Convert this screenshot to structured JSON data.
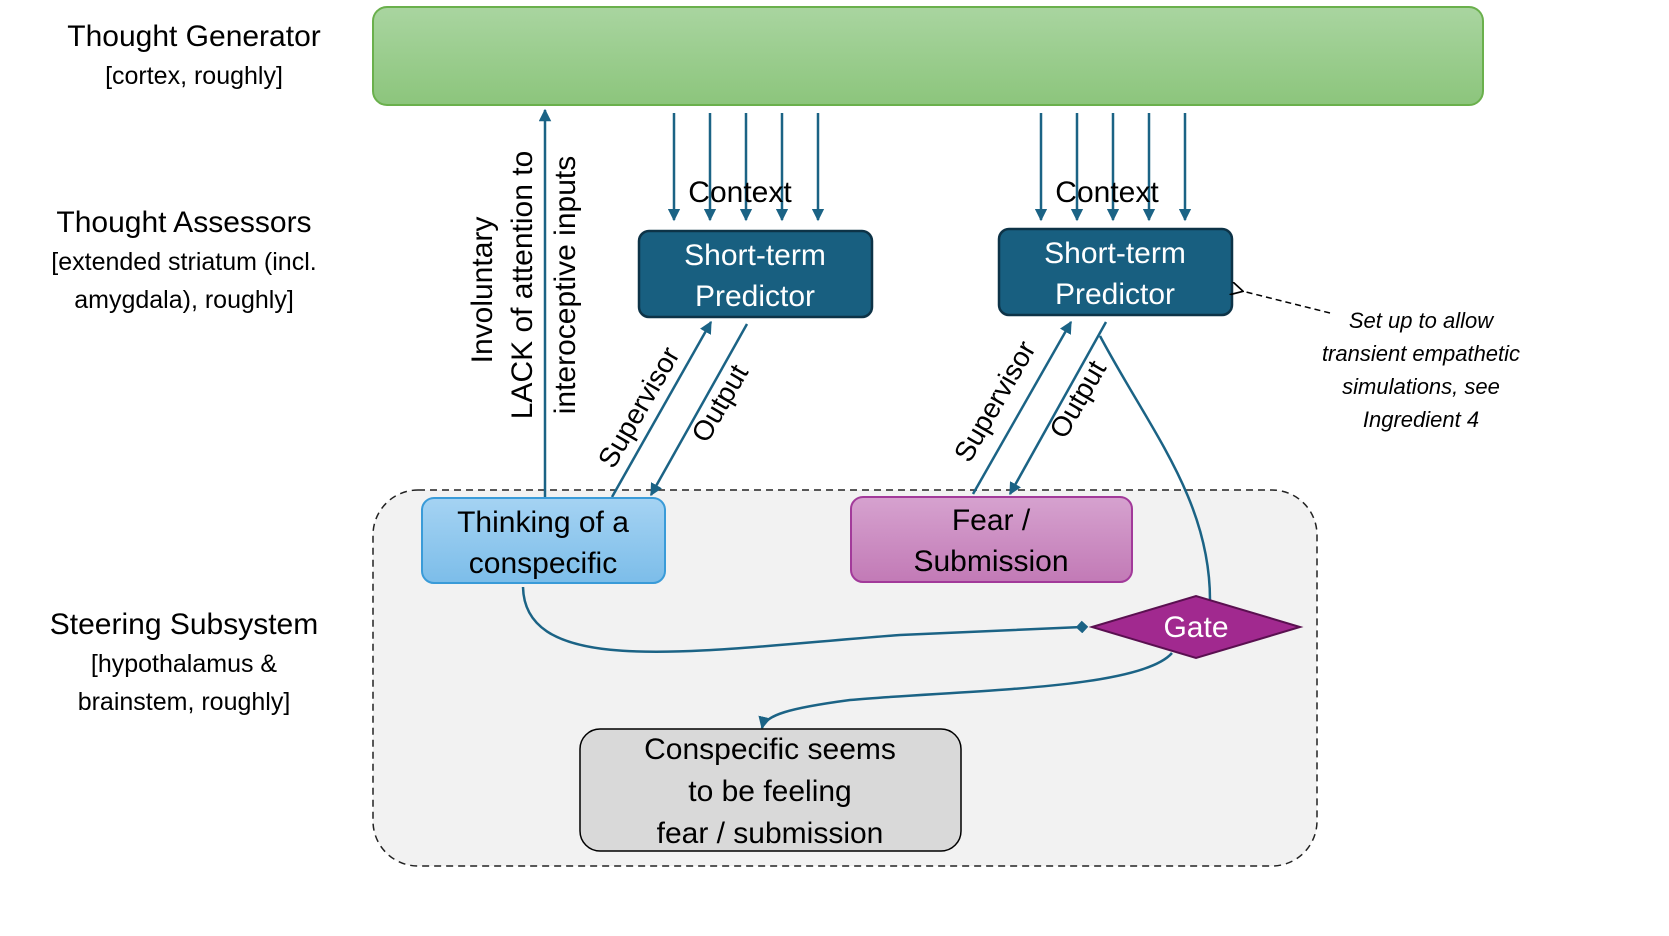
{
  "levels": [
    {
      "title": "Thought Generator",
      "subtitle_lines": [
        "[cortex, roughly]"
      ]
    },
    {
      "title": "Thought Assessors",
      "subtitle_lines": [
        "[extended striatum (incl.",
        "amygdala), roughly]"
      ]
    },
    {
      "title": "Steering Subsystem",
      "subtitle_lines": [
        "[hypothalamus &",
        "brainstem, roughly]"
      ]
    }
  ],
  "predictors": [
    {
      "lines": [
        "Short-term",
        "Predictor"
      ],
      "context_label": "Context",
      "supervisor_label": "Supervisor",
      "output_label": "Output"
    },
    {
      "lines": [
        "Short-term",
        "Predictor"
      ],
      "context_label": "Context",
      "supervisor_label": "Supervisor",
      "output_label": "Output"
    }
  ],
  "vertical_label_lines": [
    "Involuntary",
    "LACK of attention to",
    "interoceptive inputs"
  ],
  "nodes": {
    "thinking": [
      "Thinking of a",
      "conspecific"
    ],
    "fear": [
      "Fear /",
      "Submission"
    ],
    "gate": "Gate",
    "conspecific_feeling": [
      "Conspecific seems",
      "to be feeling",
      "fear / submission"
    ]
  },
  "note_lines": [
    "Set up to allow",
    "transient empathetic",
    "simulations, see",
    "Ingredient 4"
  ],
  "colors": {
    "generator_fill_top": "#a9d5a0",
    "generator_fill_bottom": "#8cc57c",
    "generator_stroke": "#6ab04c",
    "predictor_fill": "#185f80",
    "predictor_stroke": "#0d3347",
    "wire": "#1b6385",
    "thinking_fill_top": "#a5d3f3",
    "thinking_fill_bottom": "#7cbde9",
    "thinking_stroke": "#3a9bd8",
    "fear_fill_top": "#d6a2cf",
    "fear_fill_bottom": "#c27ab6",
    "fear_stroke": "#a23a9a",
    "gate_fill": "#a1298f",
    "gate_stroke": "#5a1050",
    "conspecific_fill": "#d9d9d9",
    "steering_region_fill": "#f2f2f2"
  }
}
